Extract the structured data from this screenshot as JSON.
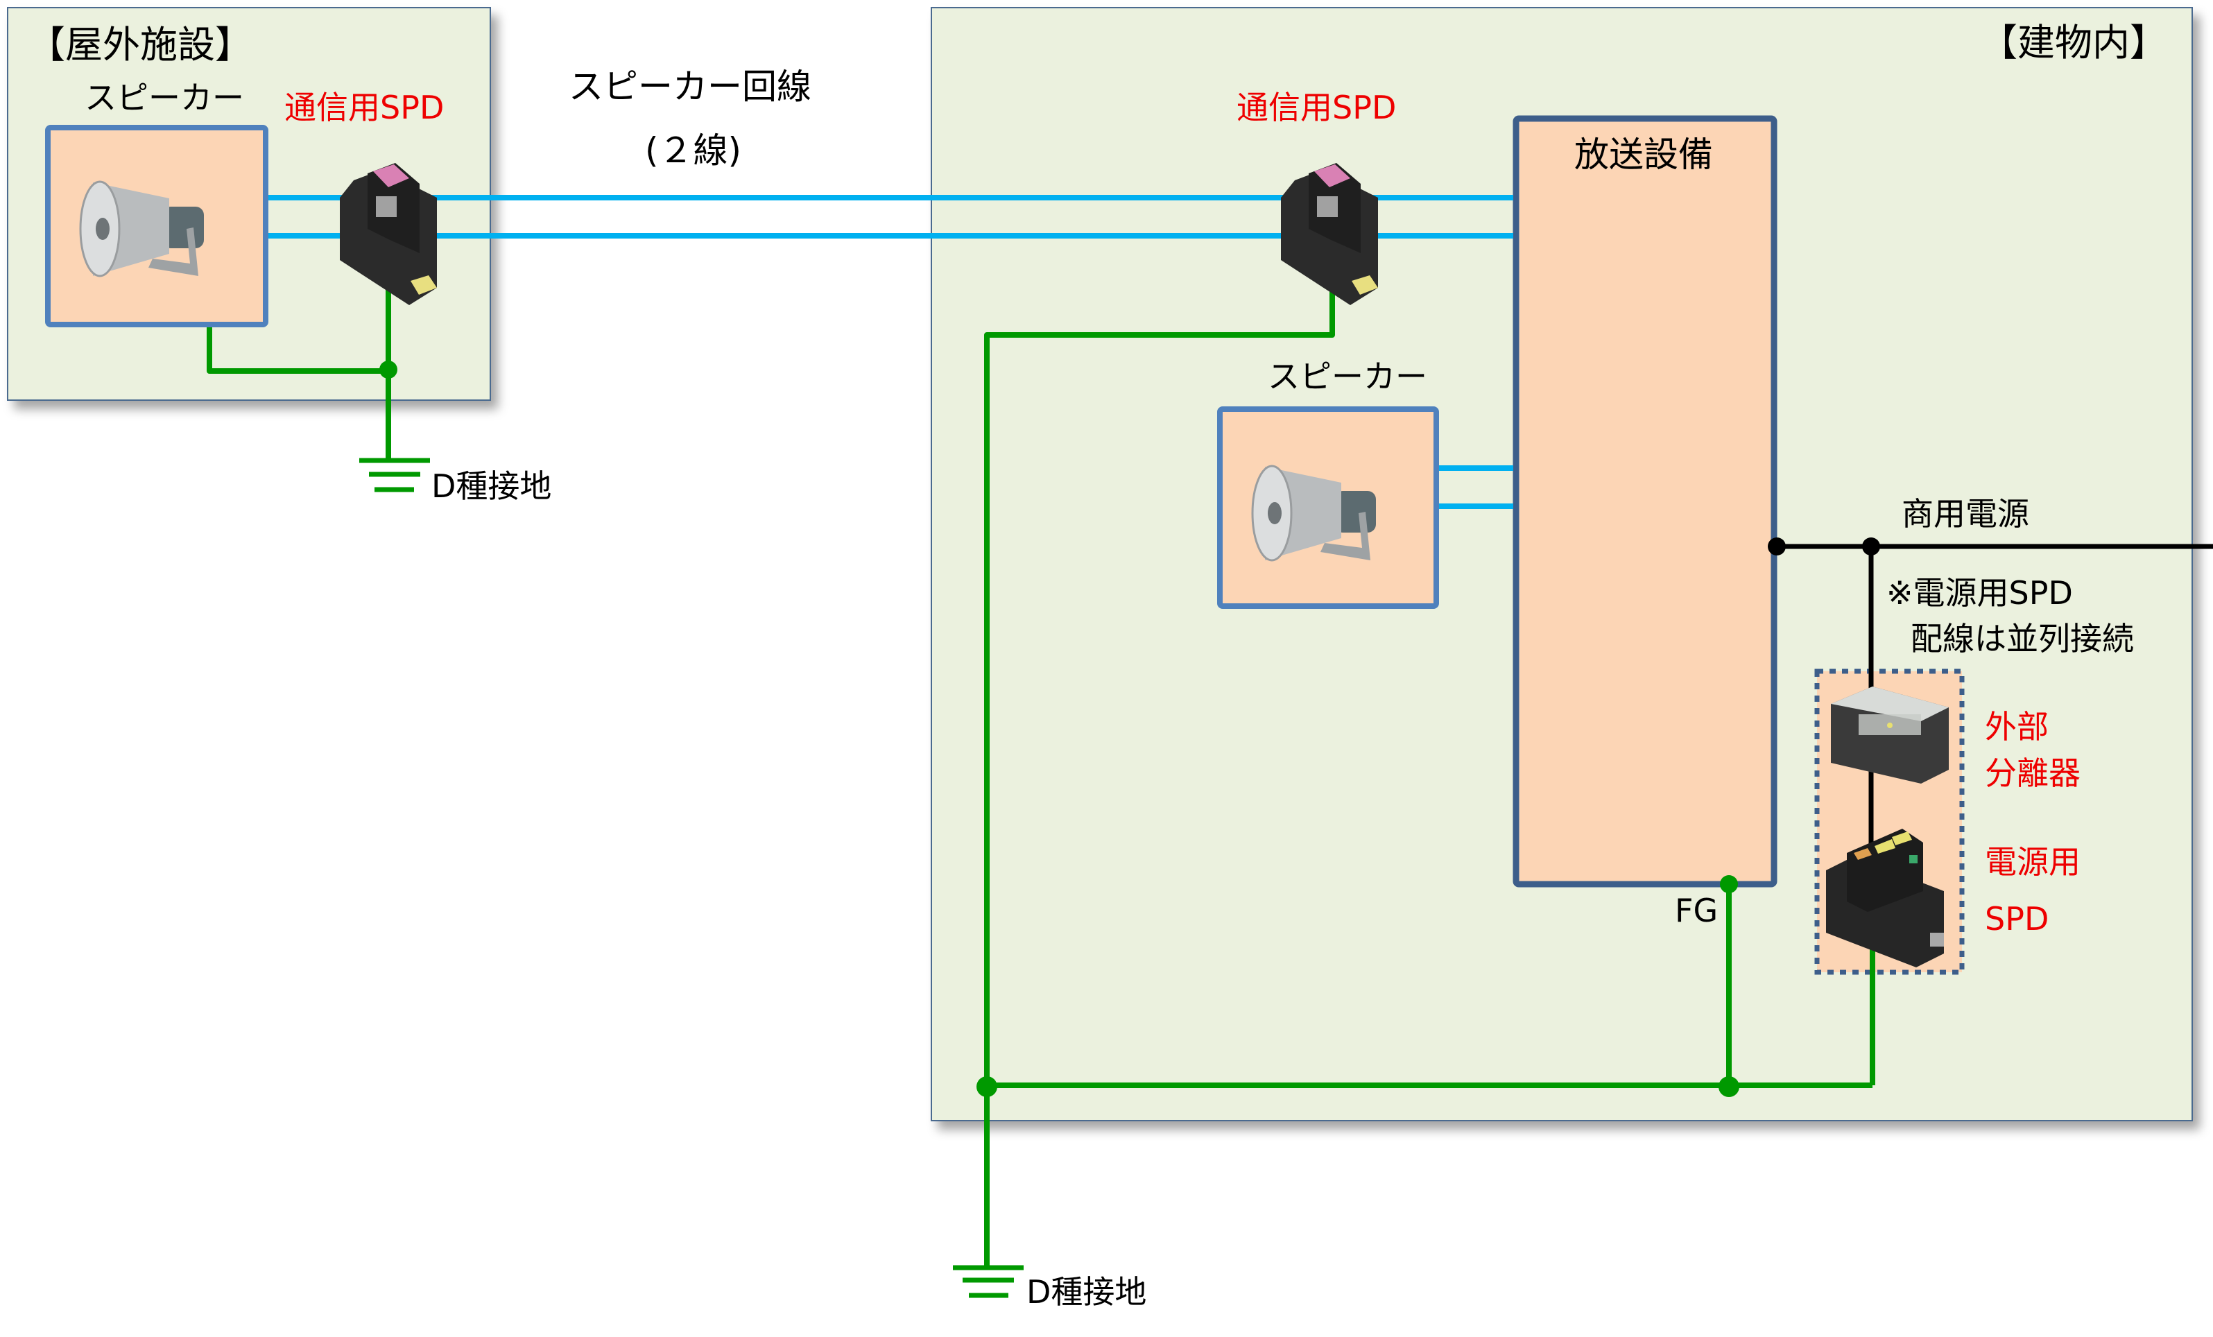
{
  "diagram": {
    "title": "SPD wiring diagram for broadcast speaker system",
    "colors": {
      "panel_bg": "#ebf1de",
      "panel_border": "#4a6a8f",
      "device_fill": "#fcd5b5",
      "device_border": "#4f81bd",
      "equipment_border": "#3d5e8a",
      "signal_line": "#00b0f0",
      "ground_line": "#009900",
      "power_line": "#000000",
      "highlight_text": "#ee0000"
    },
    "outdoor": {
      "title": "【屋外施設】",
      "speaker_label": "スピーカー",
      "spd_label": "通信用SPD",
      "ground_label": "D種接地"
    },
    "cable": {
      "label_line1": "スピーカー回線",
      "label_line2": "(２線)"
    },
    "indoor": {
      "title": "【建物内】",
      "spd_label": "通信用SPD",
      "broadcast_label": "放送設備",
      "speaker_label": "スピーカー",
      "fg_label": "FG",
      "power_label": "商用電源",
      "note_line1": "※電源用SPD",
      "note_line2": "配線は並列接続",
      "disconnector_label_line1": "外部",
      "disconnector_label_line2": "分離器",
      "power_spd_label_line1": "電源用",
      "power_spd_label_line2": "SPD",
      "ground_label": "D種接地"
    }
  }
}
